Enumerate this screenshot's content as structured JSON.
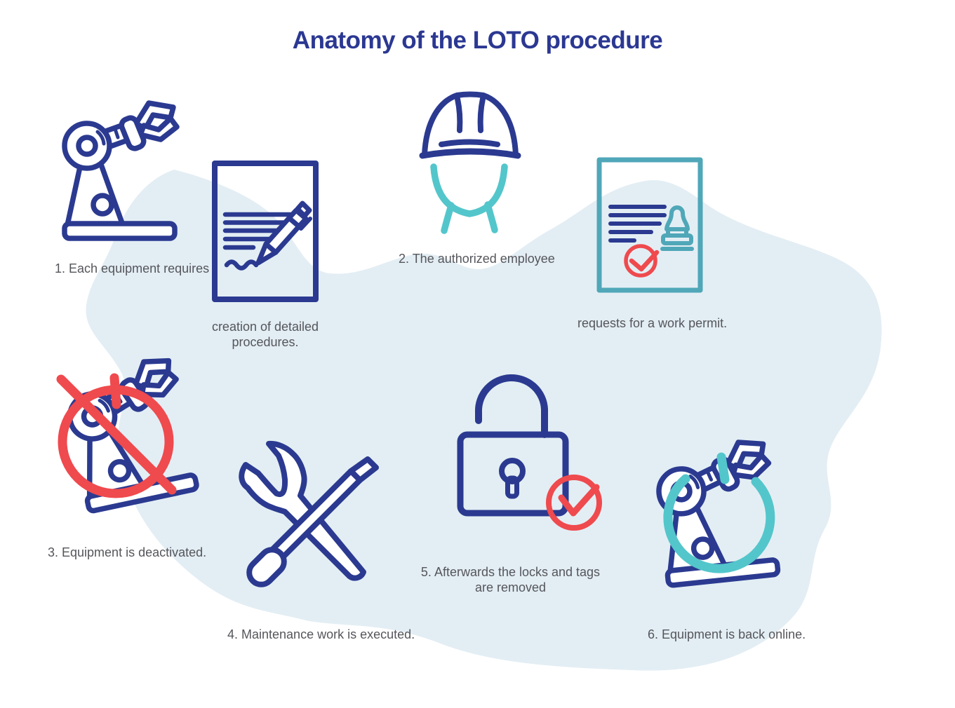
{
  "title": "Anatomy of the LOTO procedure",
  "colors": {
    "icon_blue": "#2b3a90",
    "title_blue": "#2b3892",
    "teal_bright": "#53c6cb",
    "teal_muted": "#4fa7b8",
    "alert_red": "#ef4a4e",
    "blob_background": "#e3eef4",
    "caption_gray": "#55565b"
  },
  "steps": [
    {
      "icon": "robot-arm",
      "caption": "1.  Each equipment requires"
    },
    {
      "icon": "document-pen",
      "caption": "creation of detailed\nprocedures."
    },
    {
      "icon": "hard-hat",
      "caption": "2. The authorized employee"
    },
    {
      "icon": "work-permit-stamp",
      "caption": "requests for a  work permit."
    },
    {
      "icon": "robot-deactivated",
      "caption": "3. Equipment is deactivated."
    },
    {
      "icon": "tools",
      "caption": "4. Maintenance work is executed."
    },
    {
      "icon": "padlock-check",
      "caption": "5. Afterwards the locks and tags\nare removed"
    },
    {
      "icon": "robot-back-online",
      "caption": "6. Equipment is back online."
    }
  ]
}
